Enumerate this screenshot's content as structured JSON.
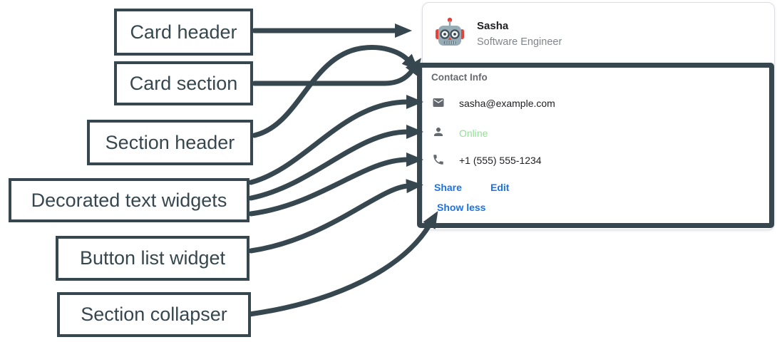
{
  "diagram": {
    "annotations": [
      {
        "label": "Card header"
      },
      {
        "label": "Card section"
      },
      {
        "label": "Section header"
      },
      {
        "label": "Decorated text widgets"
      },
      {
        "label": "Button list widget"
      },
      {
        "label": "Section collapser"
      }
    ],
    "annotation_ink": "#37474F"
  },
  "card": {
    "header": {
      "name": "Sasha",
      "subtitle": "Software Engineer",
      "avatar": "robot-avatar"
    },
    "section": {
      "title": "Contact Info",
      "widgets": [
        {
          "icon": "email-icon",
          "text": "sasha@example.com"
        },
        {
          "icon": "person-icon",
          "text": "Online",
          "text_color": "#8FE193"
        },
        {
          "icon": "phone-icon",
          "text": "+1 (555) 555-1234"
        }
      ],
      "buttons": [
        {
          "label": "Share"
        },
        {
          "label": "Edit"
        }
      ],
      "collapser_label": "Show less"
    }
  },
  "colors": {
    "annotation_ink": "#37474F",
    "link_blue": "#1A73E8",
    "online_green": "#8FE193",
    "card_border": "#DCDFE3",
    "text_primary": "#202124",
    "text_secondary": "#80868B",
    "icon_gray": "#63696E"
  }
}
